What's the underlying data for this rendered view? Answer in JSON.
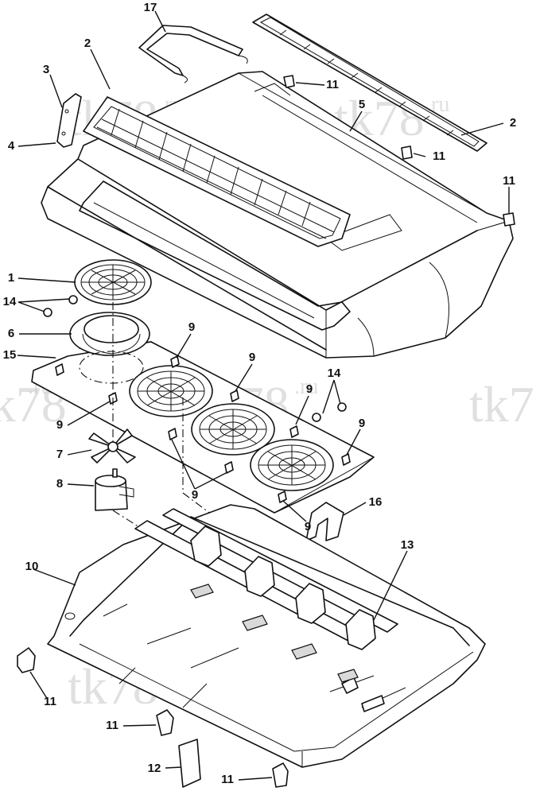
{
  "watermark": {
    "main": "tk78",
    "suffix": ".ru"
  },
  "callouts": [
    {
      "id": "c17a",
      "label": "17"
    },
    {
      "id": "c2a",
      "label": "2"
    },
    {
      "id": "c3",
      "label": "3"
    },
    {
      "id": "c4",
      "label": "4"
    },
    {
      "id": "c11a",
      "label": "11"
    },
    {
      "id": "c5",
      "label": "5"
    },
    {
      "id": "c2b",
      "label": "2"
    },
    {
      "id": "c11b",
      "label": "11"
    },
    {
      "id": "c11c",
      "label": "11"
    },
    {
      "id": "c1",
      "label": "1"
    },
    {
      "id": "c14a",
      "label": "14"
    },
    {
      "id": "c6",
      "label": "6"
    },
    {
      "id": "c15",
      "label": "15"
    },
    {
      "id": "c9a",
      "label": "9"
    },
    {
      "id": "c9b",
      "label": "9"
    },
    {
      "id": "c9c",
      "label": "9"
    },
    {
      "id": "c14b",
      "label": "14"
    },
    {
      "id": "c9d",
      "label": "9"
    },
    {
      "id": "c9e",
      "label": "9"
    },
    {
      "id": "c7",
      "label": "7"
    },
    {
      "id": "c8",
      "label": "8"
    },
    {
      "id": "c9f",
      "label": "9"
    },
    {
      "id": "c9g",
      "label": "9"
    },
    {
      "id": "c16",
      "label": "16"
    },
    {
      "id": "c10",
      "label": "10"
    },
    {
      "id": "c13",
      "label": "13"
    },
    {
      "id": "c11d",
      "label": "11"
    },
    {
      "id": "c11e",
      "label": "11"
    },
    {
      "id": "c12",
      "label": "12"
    },
    {
      "id": "c11f",
      "label": "11"
    }
  ]
}
